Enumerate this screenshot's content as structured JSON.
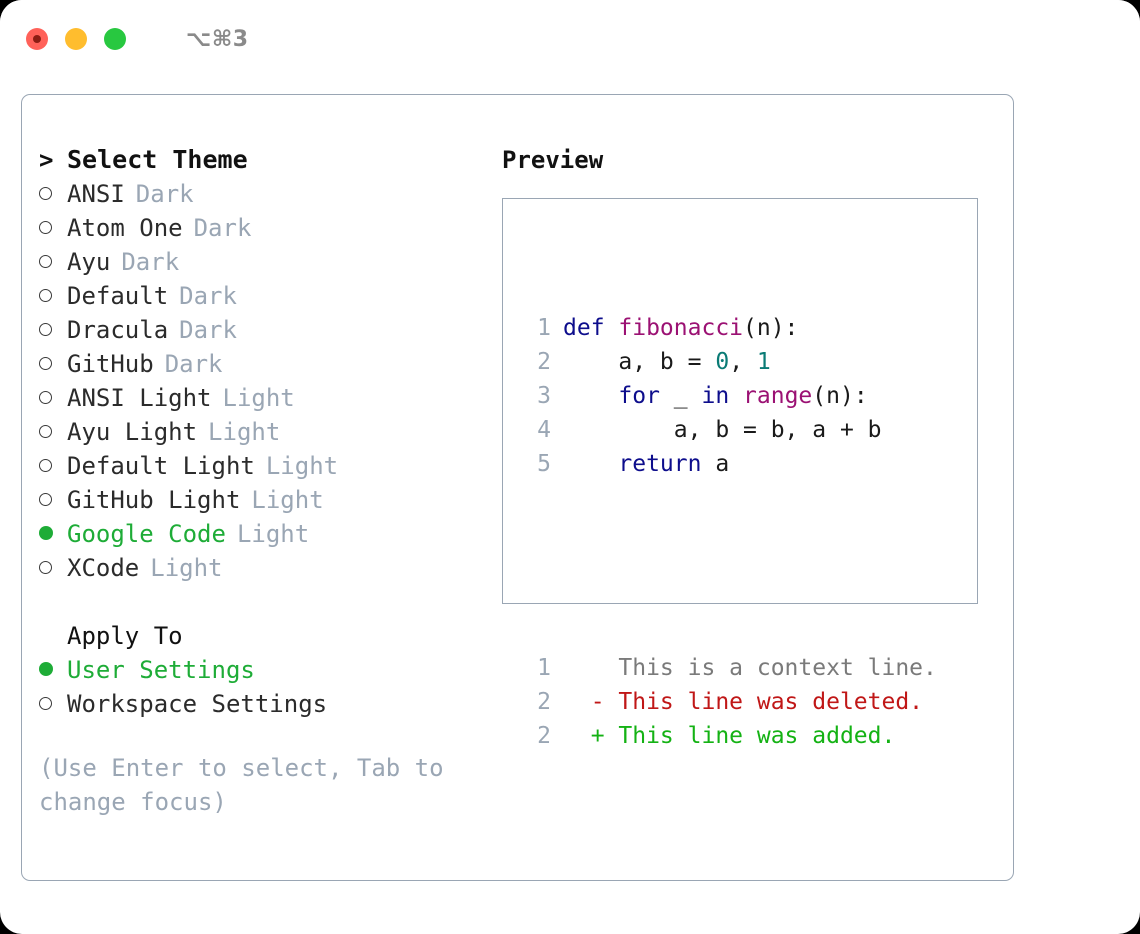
{
  "window": {
    "shortcut": "⌥⌘3",
    "traffic_lights": [
      {
        "name": "close",
        "color": "#ff6159"
      },
      {
        "name": "minimize",
        "color": "#ffbd2e"
      },
      {
        "name": "maximize",
        "color": "#28c840"
      }
    ]
  },
  "theme_picker": {
    "header": {
      "caret": ">",
      "title": "Select Theme"
    },
    "items": [
      {
        "name": "ANSI",
        "kind": "Dark",
        "selected": false
      },
      {
        "name": "Atom One",
        "kind": "Dark",
        "selected": false
      },
      {
        "name": "Ayu",
        "kind": "Dark",
        "selected": false
      },
      {
        "name": "Default",
        "kind": "Dark",
        "selected": false
      },
      {
        "name": "Dracula",
        "kind": "Dark",
        "selected": false
      },
      {
        "name": "GitHub",
        "kind": "Dark",
        "selected": false
      },
      {
        "name": "ANSI Light",
        "kind": "Light",
        "selected": false
      },
      {
        "name": "Ayu Light",
        "kind": "Light",
        "selected": false
      },
      {
        "name": "Default Light",
        "kind": "Light",
        "selected": false
      },
      {
        "name": "GitHub Light",
        "kind": "Light",
        "selected": false
      },
      {
        "name": "Google Code",
        "kind": "Light",
        "selected": true
      },
      {
        "name": "XCode",
        "kind": "Light",
        "selected": false
      }
    ]
  },
  "apply_to": {
    "label": "Apply To",
    "options": [
      {
        "name": "User Settings",
        "selected": true
      },
      {
        "name": "Workspace Settings",
        "selected": false
      }
    ]
  },
  "hint": "(Use Enter to select, Tab to change focus)",
  "preview": {
    "title": "Preview",
    "code_lines": [
      {
        "number": "1",
        "tokens": [
          {
            "text": "def ",
            "type": "kw"
          },
          {
            "text": "fibonacci",
            "type": "fn"
          },
          {
            "text": "(n):",
            "type": "def"
          }
        ]
      },
      {
        "number": "2",
        "tokens": [
          {
            "text": "    a, b = ",
            "type": "def"
          },
          {
            "text": "0",
            "type": "num"
          },
          {
            "text": ", ",
            "type": "def"
          },
          {
            "text": "1",
            "type": "num"
          }
        ]
      },
      {
        "number": "3",
        "tokens": [
          {
            "text": "    for",
            "type": "kw"
          },
          {
            "text": " _ ",
            "type": "def"
          },
          {
            "text": "in",
            "type": "kw"
          },
          {
            "text": " ",
            "type": "def"
          },
          {
            "text": "range",
            "type": "fn"
          },
          {
            "text": "(n):",
            "type": "def"
          }
        ]
      },
      {
        "number": "4",
        "tokens": [
          {
            "text": "        a, b = b, a + b",
            "type": "def"
          }
        ]
      },
      {
        "number": "5",
        "tokens": [
          {
            "text": "    return",
            "type": "kw"
          },
          {
            "text": " a",
            "type": "def"
          }
        ]
      }
    ],
    "diff_lines": [
      {
        "number": "1",
        "marker": " ",
        "text": "This is a context line.",
        "type": "ctx"
      },
      {
        "number": "2",
        "marker": "-",
        "text": "This line was deleted.",
        "type": "del"
      },
      {
        "number": "2",
        "marker": "+",
        "text": "This line was added.",
        "type": "add"
      }
    ]
  },
  "colors": {
    "selected_green": "#1eac37",
    "muted_blue_gray": "#9aa6b4",
    "keyword_blue": "#0d0d8c",
    "function_magenta": "#9b1173",
    "number_teal": "#0a7b75",
    "diff_deleted_red": "#c01717",
    "diff_added_green": "#14b214",
    "diff_context_gray": "#7a7a7a",
    "border": "#9aa6b4"
  }
}
